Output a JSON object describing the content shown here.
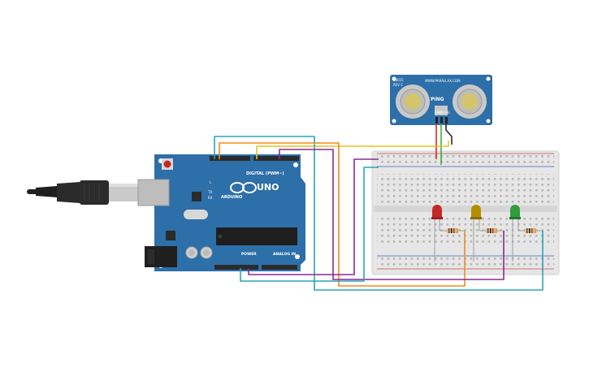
{
  "arduino": {
    "model": "UNO",
    "brand": "ARDUINO",
    "digital_header": "DIGITAL (PWM~)",
    "power_header": "POWER",
    "analog_header": "ANALOG IN",
    "tx": "TX",
    "rx": "RX",
    "l": "L",
    "board_color": "#2d6fa8"
  },
  "sensor": {
    "name": "PING",
    "url": "WWW.PARALLAX.COM",
    "part": "28015",
    "rev": "REV C",
    "pin_labels": [
      "GND",
      "5V",
      "SIG"
    ]
  },
  "leds": [
    {
      "color": "red",
      "hex": "#c62828"
    },
    {
      "color": "yellow",
      "hex": "#b38f00"
    },
    {
      "color": "green",
      "hex": "#2e9d3a"
    }
  ],
  "wires": {
    "teal": "#2aa5b5",
    "orange": "#f08a1c",
    "yellow": "#e8c31b",
    "purple": "#8b2a8f",
    "red": "#d82c20",
    "green": "#3bb03a",
    "dark": "#2b2b2b"
  }
}
